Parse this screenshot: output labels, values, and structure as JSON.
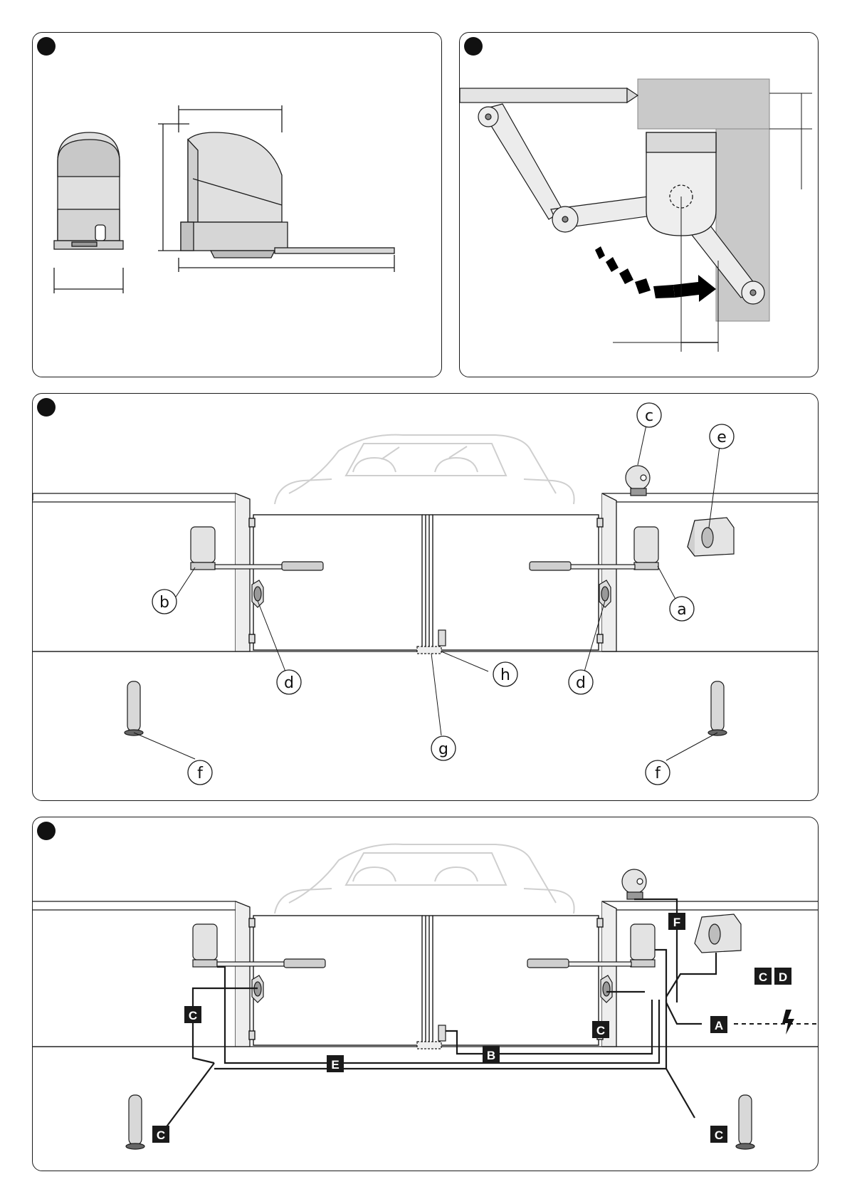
{
  "figure1": {
    "views": [
      "front-view",
      "side-view"
    ],
    "style": {
      "line": "#1a1a1a",
      "body_fill": "#d9d9d9",
      "shade": "#bcbcbc"
    }
  },
  "figure2": {
    "style": {
      "pillar_fill": "#c9c9c9",
      "line": "#1a1a1a",
      "arrow": "#000000"
    }
  },
  "figure3": {
    "callouts": {
      "a": "a",
      "b": "b",
      "c": "c",
      "d_left": "d",
      "d_right": "d",
      "e": "e",
      "f_left": "f",
      "f_right": "f",
      "g": "g",
      "h": "h"
    }
  },
  "figure4": {
    "cable_tags": {
      "A": "A",
      "B": "B",
      "C1": "C",
      "C2": "C",
      "C3": "C",
      "C4": "C",
      "C5": "C",
      "D": "D",
      "E": "E",
      "F": "F"
    },
    "style": {
      "tag_fill": "#1a1a1a",
      "tag_text": "#ffffff"
    }
  }
}
